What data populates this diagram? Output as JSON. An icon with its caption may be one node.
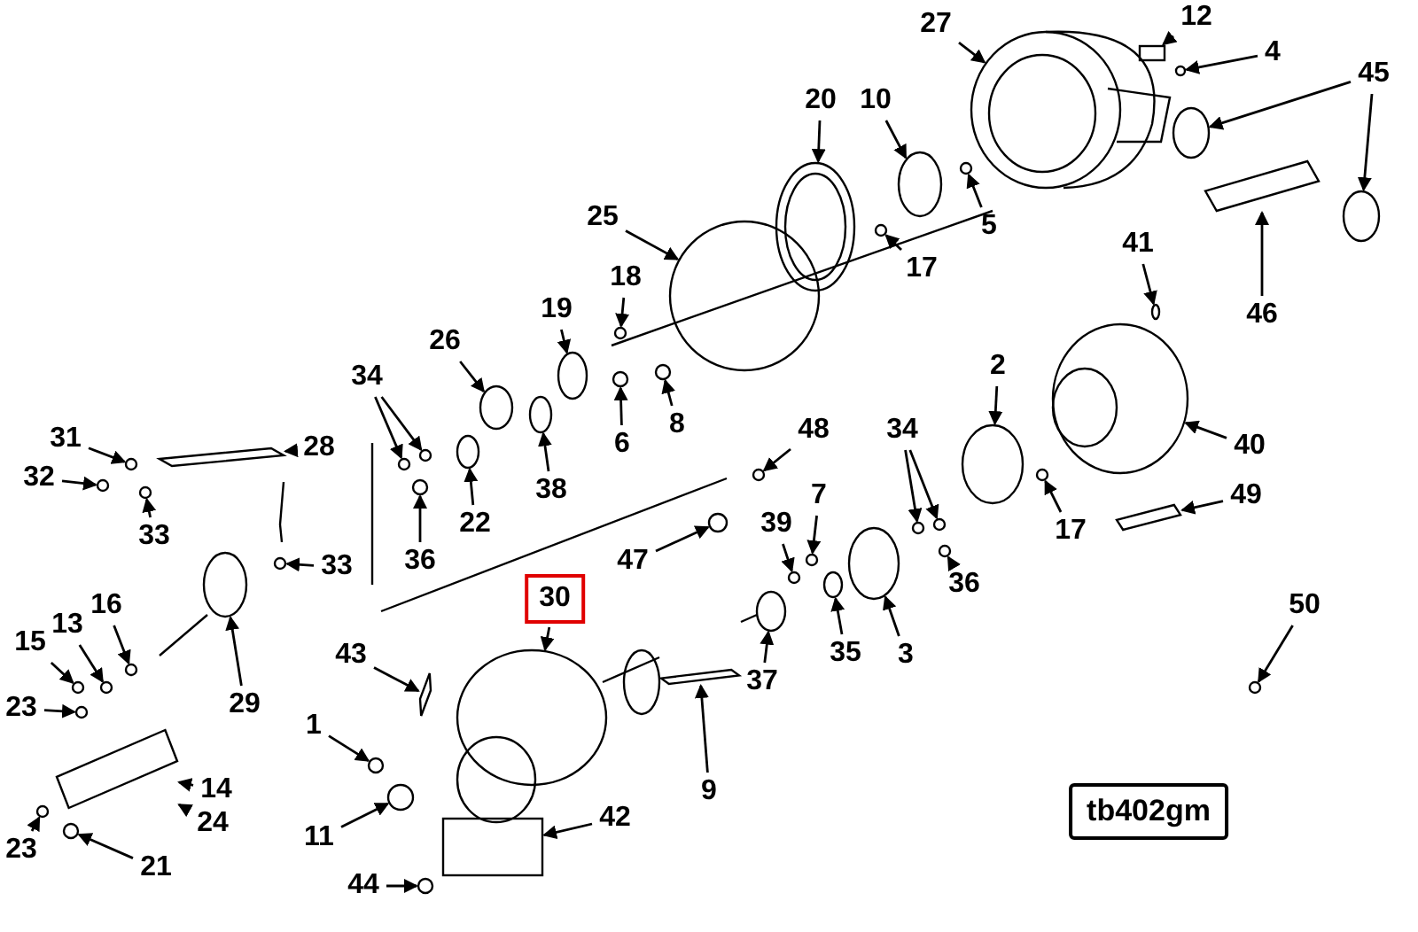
{
  "diagram": {
    "nodes": [
      {
        "text": [
          "12"
        ]
      },
      {
        "text": [
          "27"
        ]
      },
      {
        "text": [
          "4"
        ]
      },
      {
        "text": [
          "45"
        ]
      },
      {
        "text": [
          "20"
        ]
      },
      {
        "text": [
          "10"
        ]
      },
      {
        "text": [
          "25"
        ]
      },
      {
        "text": [
          "5"
        ]
      },
      {
        "text": [
          "41"
        ]
      },
      {
        "text": [
          "17"
        ]
      },
      {
        "text": [
          "18"
        ]
      },
      {
        "text": [
          "19"
        ]
      },
      {
        "text": [
          "46"
        ]
      },
      {
        "text": [
          "26"
        ]
      },
      {
        "text": [
          "2"
        ]
      },
      {
        "text": [
          "34"
        ]
      },
      {
        "text": [
          "8"
        ]
      },
      {
        "text": [
          "48"
        ]
      },
      {
        "text": [
          "34"
        ]
      },
      {
        "text": [
          "31"
        ]
      },
      {
        "text": [
          "6"
        ]
      },
      {
        "text": [
          "40"
        ]
      },
      {
        "text": [
          "28"
        ]
      },
      {
        "text": [
          "32"
        ]
      },
      {
        "text": [
          "38"
        ]
      },
      {
        "text": [
          "7"
        ]
      },
      {
        "text": [
          "49"
        ]
      },
      {
        "text": [
          "22"
        ]
      },
      {
        "text": [
          "39"
        ]
      },
      {
        "text": [
          "17"
        ]
      },
      {
        "text": [
          "33"
        ]
      },
      {
        "text": [
          "36"
        ]
      },
      {
        "text": [
          "47"
        ]
      },
      {
        "text": [
          "33"
        ]
      },
      {
        "text": [
          "36"
        ]
      },
      {
        "text": [
          "30"
        ]
      },
      {
        "text": [
          "50"
        ]
      },
      {
        "text": [
          "16"
        ]
      },
      {
        "text": [
          "13"
        ]
      },
      {
        "text": [
          "15"
        ]
      },
      {
        "text": [
          "43"
        ]
      },
      {
        "text": [
          "35"
        ]
      },
      {
        "text": [
          "3"
        ]
      },
      {
        "text": [
          "37"
        ]
      },
      {
        "text": [
          "29"
        ]
      },
      {
        "text": [
          "23"
        ]
      },
      {
        "text": [
          "1"
        ]
      },
      {
        "text": [
          "14"
        ]
      },
      {
        "text": [
          "9"
        ]
      },
      {
        "text": [
          "tb402gm"
        ]
      },
      {
        "text": [
          "42"
        ]
      },
      {
        "text": [
          "24"
        ]
      },
      {
        "text": [
          "11"
        ]
      },
      {
        "text": [
          "23"
        ]
      },
      {
        "text": [
          "21"
        ]
      },
      {
        "text": [
          "44"
        ]
      },
      {
        "text": [],
        "shape": "box"
      },
      {
        "text": [],
        "shape": "circle"
      },
      {
        "text": [],
        "shape": "circle"
      },
      {
        "text": [],
        "shape": "circle"
      },
      {
        "text": [],
        "shape": "circle"
      },
      {
        "text": [],
        "shape": "circle"
      },
      {
        "text": [],
        "shape": "circle"
      },
      {
        "text": [],
        "shape": "circle"
      },
      {
        "text": [],
        "shape": "circle"
      },
      {
        "text": [],
        "shape": "bar"
      },
      {
        "text": [],
        "shape": "bar"
      },
      {
        "text": [],
        "shape": "circle"
      },
      {
        "text": [],
        "shape": "circle"
      },
      {
        "text": [],
        "shape": "circle"
      },
      {
        "text": [],
        "shape": "circle"
      },
      {
        "text": [],
        "shape": "circle"
      },
      {
        "text": [],
        "shape": "circle"
      },
      {
        "text": [],
        "shape": "circle"
      },
      {
        "text": [],
        "shape": "circle"
      },
      {
        "text": [],
        "shape": "circle"
      },
      {
        "text": [],
        "shape": "circle"
      },
      {
        "text": [],
        "shape": "circle"
      },
      {
        "text": [],
        "shape": "circle"
      },
      {
        "text": [],
        "shape": "circle"
      },
      {
        "text": [],
        "shape": "bar"
      },
      {
        "text": [],
        "shape": "circle"
      },
      {
        "text": [],
        "shape": "circle"
      },
      {
        "text": [],
        "shape": "circle"
      },
      {
        "text": [],
        "shape": "circle"
      },
      {
        "text": [],
        "shape": "circle"
      },
      {
        "text": [],
        "shape": "circle"
      },
      {
        "text": [],
        "shape": "circle"
      },
      {
        "text": [],
        "shape": "circle"
      },
      {
        "text": [],
        "shape": "circle"
      },
      {
        "text": [],
        "shape": "bar"
      },
      {
        "text": [],
        "shape": "circle"
      },
      {
        "text": [],
        "shape": "bar"
      },
      {
        "text": [],
        "shape": "circle"
      },
      {
        "text": [],
        "shape": "circle"
      },
      {
        "text": [],
        "shape": "circle"
      },
      {
        "text": [],
        "shape": "circle"
      },
      {
        "text": [],
        "shape": "circle"
      },
      {
        "text": [],
        "shape": "circle"
      },
      {
        "text": [],
        "shape": "circle"
      },
      {
        "text": [],
        "shape": "circle"
      },
      {
        "text": [],
        "shape": "circle"
      },
      {
        "text": [],
        "shape": "bar"
      },
      {
        "text": [],
        "shape": "circle"
      },
      {
        "text": [],
        "shape": "circle"
      },
      {
        "text": [],
        "shape": "circle"
      },
      {
        "text": [],
        "shape": "circle"
      },
      {
        "text": [],
        "shape": "circle"
      },
      {
        "text": [],
        "shape": "circle"
      },
      {
        "text": [],
        "shape": "box"
      },
      {
        "text": [],
        "shape": "circle"
      },
      {
        "text": [],
        "shape": "circle"
      },
      {
        "text": [],
        "shape": "circle"
      }
    ],
    "edges": [
      {
        "from": 0,
        "to": 56,
        "arrow": "to"
      },
      {
        "from": 1,
        "to": 69,
        "arrow": "to"
      },
      {
        "from": 2,
        "to": 68,
        "arrow": "to"
      },
      {
        "from": 3,
        "to": 70,
        "arrow": "to"
      },
      {
        "from": 3,
        "to": 71,
        "arrow": "to"
      },
      {
        "from": 4,
        "to": 72,
        "arrow": "to"
      },
      {
        "from": 5,
        "to": 73,
        "arrow": "to"
      },
      {
        "from": 6,
        "to": 57,
        "arrow": "to"
      },
      {
        "from": 7,
        "to": 74,
        "arrow": "to"
      },
      {
        "from": 8,
        "to": 75,
        "arrow": "to"
      },
      {
        "from": 9,
        "to": 77,
        "arrow": "to"
      },
      {
        "from": 10,
        "to": 78,
        "arrow": "to"
      },
      {
        "from": 11,
        "to": 79,
        "arrow": "to"
      },
      {
        "from": 12,
        "to": 80,
        "arrow": "to"
      },
      {
        "from": 13,
        "to": 81,
        "arrow": "to"
      },
      {
        "from": 14,
        "to": 82,
        "arrow": "to"
      },
      {
        "from": 15,
        "to": 83,
        "arrow": "to"
      },
      {
        "from": 15,
        "to": 84,
        "arrow": "to"
      },
      {
        "from": 16,
        "to": 85,
        "arrow": "to"
      },
      {
        "from": 17,
        "to": 59,
        "arrow": "to"
      },
      {
        "from": 18,
        "to": 86,
        "arrow": "to"
      },
      {
        "from": 18,
        "to": 60,
        "arrow": "to"
      },
      {
        "from": 19,
        "to": 88,
        "arrow": "to"
      },
      {
        "from": 20,
        "to": 58,
        "arrow": "to"
      },
      {
        "from": 21,
        "to": 76,
        "arrow": "to"
      },
      {
        "from": 22,
        "to": 90,
        "arrow": "to"
      },
      {
        "from": 23,
        "to": 61,
        "arrow": "to"
      },
      {
        "from": 24,
        "to": 91,
        "arrow": "to"
      },
      {
        "from": 25,
        "to": 62,
        "arrow": "to"
      },
      {
        "from": 26,
        "to": 92,
        "arrow": "to"
      },
      {
        "from": 27,
        "to": 93,
        "arrow": "to"
      },
      {
        "from": 28,
        "to": 94,
        "arrow": "to"
      },
      {
        "from": 29,
        "to": 95,
        "arrow": "to"
      },
      {
        "from": 30,
        "to": 89,
        "arrow": "to"
      },
      {
        "from": 31,
        "to": 63,
        "arrow": "to"
      },
      {
        "from": 32,
        "to": 96,
        "arrow": "to"
      },
      {
        "from": 33,
        "to": 97,
        "arrow": "to"
      },
      {
        "from": 34,
        "to": 87,
        "arrow": "to"
      },
      {
        "from": 35,
        "to": 98,
        "arrow": "to"
      },
      {
        "from": 36,
        "to": 99,
        "arrow": "to"
      },
      {
        "from": 37,
        "to": 100,
        "arrow": "to"
      },
      {
        "from": 38,
        "to": 101,
        "arrow": "to"
      },
      {
        "from": 39,
        "to": 64,
        "arrow": "to"
      },
      {
        "from": 40,
        "to": 102,
        "arrow": "to"
      },
      {
        "from": 41,
        "to": 103,
        "arrow": "to"
      },
      {
        "from": 42,
        "to": 104,
        "arrow": "to"
      },
      {
        "from": 43,
        "to": 105,
        "arrow": "to"
      },
      {
        "from": 44,
        "to": 106,
        "arrow": "to"
      },
      {
        "from": 45,
        "to": 107,
        "arrow": "to"
      },
      {
        "from": 46,
        "to": 108,
        "arrow": "to"
      },
      {
        "from": 47,
        "to": 66,
        "arrow": "to"
      },
      {
        "from": 48,
        "to": 65,
        "arrow": "to"
      },
      {
        "from": 50,
        "to": 109,
        "arrow": "to"
      },
      {
        "from": 51,
        "to": 66,
        "arrow": "to"
      },
      {
        "from": 52,
        "to": 110,
        "arrow": "to"
      },
      {
        "from": 53,
        "to": 111,
        "arrow": "to"
      },
      {
        "from": 54,
        "to": 67,
        "arrow": "to"
      },
      {
        "from": 55,
        "to": 112,
        "arrow": "to"
      }
    ]
  }
}
